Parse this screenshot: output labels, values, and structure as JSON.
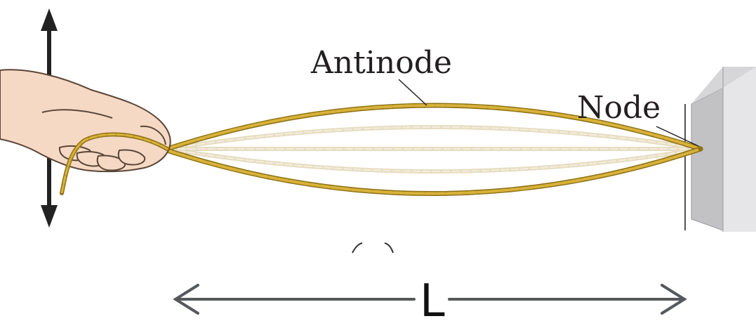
{
  "labels": {
    "antinode": "Antinode",
    "node": "Node",
    "length": "L"
  },
  "colors": {
    "rope_outer": "#c9a227",
    "rope_inner": "#ead9a8",
    "wall_face": "#e6e6e8",
    "wall_side": "#c2c2c4",
    "arrow": "#222222",
    "length_arrow": "#55585c",
    "skin": "#f6d9c4",
    "skin_outline": "#5a4638"
  },
  "icons": {
    "hand": "hand-icon",
    "wall": "wall-icon",
    "motion_arrow": "double-arrow-icon"
  }
}
